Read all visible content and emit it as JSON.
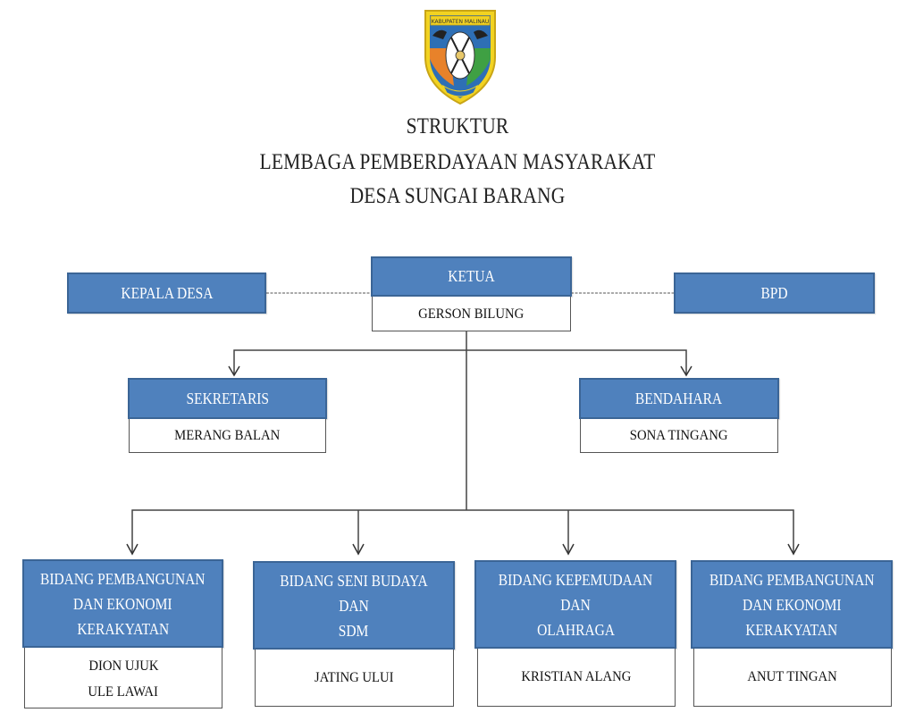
{
  "emblem": {
    "icon": "regency-coat-of-arms-icon",
    "banner_text": "KABUPATEN MALINAU",
    "colors": {
      "shield_blue": "#2e6fb5",
      "orange": "#e8822a",
      "green": "#3fa043",
      "yellow": "#f2d321"
    }
  },
  "title": {
    "line1": "STRUKTUR",
    "line2": "LEMBAGA PEMBERDAYAAN MASYARAKAT",
    "line3": "DESA SUNGAI BARANG"
  },
  "colors": {
    "header_fill": "#4f81bd",
    "header_border": "#3b6596",
    "line": "#444444"
  },
  "nodes": {
    "kepala_desa": {
      "title": "KEPALA DESA"
    },
    "ketua": {
      "title": "KETUA",
      "name": "GERSON BILUNG"
    },
    "bpd": {
      "title": "BPD"
    },
    "sekretaris": {
      "title": "SEKRETARIS",
      "name": "MERANG BALAN"
    },
    "bendahara": {
      "title": "BENDAHARA",
      "name": "SONA TINGANG"
    },
    "bidang": [
      {
        "title_lines": [
          "BIDANG PEMBANGUNAN",
          "DAN EKONOMI",
          "KERAKYATAN"
        ],
        "names": [
          "DION UJUK",
          "ULE LAWAI"
        ]
      },
      {
        "title_lines": [
          "BIDANG SENI BUDAYA DAN",
          "SDM"
        ],
        "names": [
          "JATING ULUI"
        ]
      },
      {
        "title_lines": [
          "BIDANG KEPEMUDAAN DAN",
          "OLAHRAGA"
        ],
        "names": [
          "KRISTIAN ALANG"
        ]
      },
      {
        "title_lines": [
          "BIDANG PEMBANGUNAN",
          "DAN EKONOMI",
          "KERAKYATAN"
        ],
        "names": [
          "ANUT TINGAN"
        ]
      }
    ]
  }
}
